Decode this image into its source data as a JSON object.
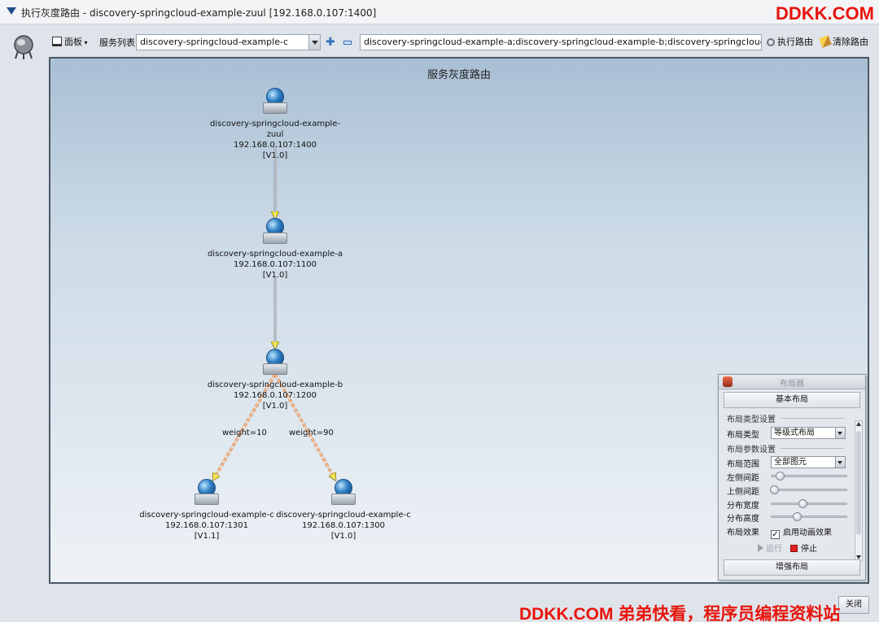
{
  "window": {
    "title": "执行灰度路由 - discovery-springcloud-example-zuul [192.168.0.107:1400]",
    "watermark_top": "DDKK.COM",
    "watermark_bottom": "DDKK.COM 弟弟快看，程序员编程资料站"
  },
  "toolbar": {
    "panel_label": "面板",
    "service_list_label": "服务列表",
    "service_selected": "discovery-springcloud-example-c",
    "route_value": "discovery-springcloud-example-a;discovery-springcloud-example-b;discovery-springcloud-example-c",
    "execute_label": "执行路由",
    "clear_label": "清除路由"
  },
  "canvas": {
    "title": "服务灰度路由",
    "nodes": [
      {
        "name": "discovery-springcloud-example-zuul",
        "address": "192.168.0.107:1400",
        "version": "[V1.0]"
      },
      {
        "name": "discovery-springcloud-example-a",
        "address": "192.168.0.107:1100",
        "version": "[V1.0]"
      },
      {
        "name": "discovery-springcloud-example-b",
        "address": "192.168.0.107:1200",
        "version": "[V1.0]"
      },
      {
        "name": "discovery-springcloud-example-c",
        "address": "192.168.0.107:1301",
        "version": "[V1.1]"
      },
      {
        "name": "discovery-springcloud-example-c",
        "address": "192.168.0.107:1300",
        "version": "[V1.0]"
      }
    ],
    "edge_labels": [
      "weight=10",
      "weight=90"
    ]
  },
  "layout_panel": {
    "title": "布局器",
    "basic_tab": "基本布局",
    "type_section": "布局类型设置",
    "type_label": "布局类型",
    "type_value": "等级式布局",
    "param_section": "布局参数设置",
    "range_label": "布局范围",
    "range_value": "全部图元",
    "left_gap_label": "左侧间距",
    "left_gap_value": 0.12,
    "top_gap_label": "上侧间距",
    "top_gap_value": 0.04,
    "width_label": "分布宽度",
    "width_value": 0.42,
    "height_label": "分布高度",
    "height_value": 0.34,
    "effect_label": "布局效果",
    "animation_label": "启用动画效果",
    "animation_checked": true,
    "run_label": "运行",
    "stop_label": "停止",
    "enhanced_tab": "增强布局"
  },
  "footer": {
    "close_label": "关闭"
  },
  "colors": {
    "watermark": "#e8140c",
    "edge_gray": "#8f969e",
    "edge_orange": "#e0905a",
    "arrow_yellow": "#f2e22a"
  }
}
